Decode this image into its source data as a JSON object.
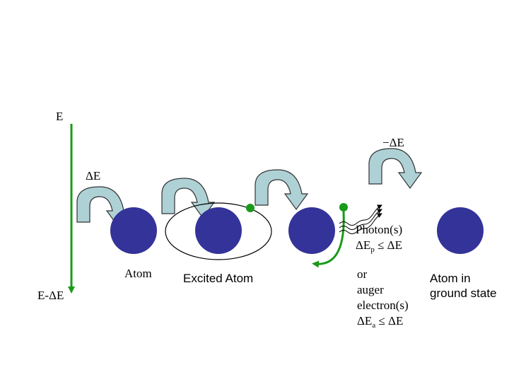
{
  "labels": {
    "e_top": "E",
    "e_bottom": "E-ΔE",
    "delta_e": "ΔE",
    "neg_delta_e": "−ΔE",
    "atom": "Atom",
    "excited_atom": "Excited Atom",
    "photons": "Photon(s)",
    "photon_energy_prefix": "ΔE",
    "photon_energy_sub": "p",
    "photon_energy_suffix": " ≤ ΔE",
    "or": "or",
    "auger": "auger",
    "electrons": "electron(s)",
    "auger_energy_prefix": "ΔE",
    "auger_energy_sub": "a",
    "auger_energy_suffix": " ≤ ΔE",
    "ground_line1": "Atom in",
    "ground_line2": "ground state"
  },
  "colors": {
    "atom_fill": "#333399",
    "energy_arrow": "#1a9a1a",
    "curved_arrow_fill": "#aed1d6",
    "curved_arrow_stroke": "#333333",
    "electron": "#1a9a1a"
  }
}
